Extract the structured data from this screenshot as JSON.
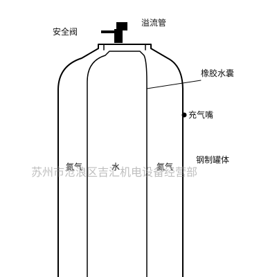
{
  "labels": {
    "overflow_pipe": "溢流管",
    "safety_valve": "安全阀",
    "rubber_bladder": "橡胶水囊",
    "charging_nozzle": "充气嘴",
    "steel_tank": "钢制罐体",
    "nitrogen_left": "氮气",
    "water": "水",
    "nitrogen_right": "氮气"
  },
  "watermark": "苏州市沧浪区吉汇机电设备经营部",
  "colors": {
    "stroke": "#000000",
    "text": "#111111",
    "watermark": "#8a8a8a",
    "background": "#ffffff"
  }
}
